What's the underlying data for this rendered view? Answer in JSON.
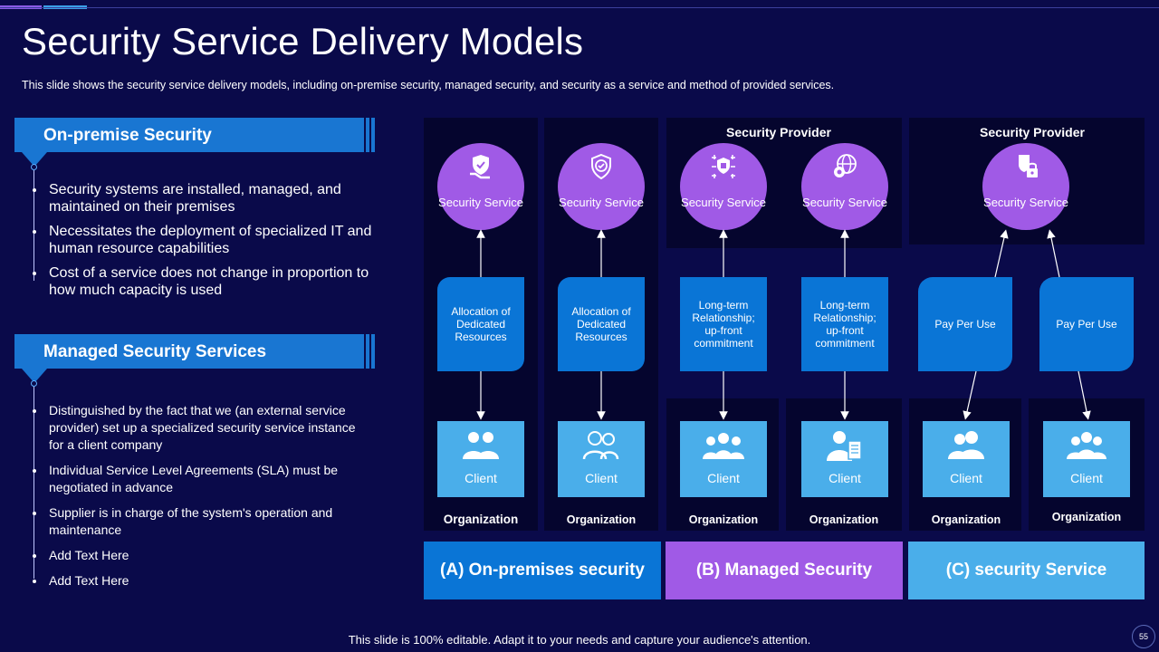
{
  "slide": {
    "title": "Security Service Delivery Models",
    "subtitle": "This slide shows the security service delivery  models, including on-premise security, managed security, and security as a service  and method of provided  services.",
    "footer": "This slide is 100% editable. Adapt it to your needs and capture your audience's attention.",
    "page_number": "55"
  },
  "left": {
    "on_premise": {
      "heading": "On-premise Security",
      "bullets": [
        "Security systems are installed, managed, and maintained on their premises",
        "Necessitates the deployment of specialized IT  and human resource capabilities",
        "Cost of a service does not change in proportion to how much capacity is used"
      ]
    },
    "managed": {
      "heading": "Managed Security Services",
      "bullets": [
        "Distinguished by the fact that we (an external service provider) set up a specialized security service instance for a client company",
        "Individual Service Level Agreements (SLA) must be negotiated in advance",
        " Supplier is in charge of the system's operation and maintenance",
        "Add Text Here",
        "Add Text Here"
      ]
    }
  },
  "diagram": {
    "provider_labels": [
      "Security Provider",
      "Security Provider"
    ],
    "service_label": "Security Service",
    "service_icons": [
      "shield-hand-icon",
      "shield-check-icon",
      "shield-network-icon",
      "globe-gear-icon",
      "lock-shield-icon"
    ],
    "mid_boxes": [
      "Allocation of Dedicated Resources",
      "Allocation of Dedicated Resources",
      "Long-term Relationship; up-front commitment",
      "Long-term Relationship; up-front commitment",
      "Pay Per Use",
      "Pay Per Use"
    ],
    "client_label": "Client",
    "client_icons": [
      "two-users-icon",
      "two-users-icon",
      "group-users-icon",
      "user-document-icon",
      "two-users-icon",
      "group-users-icon"
    ],
    "org_label": "Organization",
    "models": [
      {
        "label": "(A) On-premises security",
        "color": "#0a75d6"
      },
      {
        "label": "(B) Managed Security",
        "color": "#a05ae6"
      },
      {
        "label": "(C) security Service",
        "color": "#4aaeea"
      }
    ]
  },
  "colors": {
    "background": "#0a0a4a",
    "blue": "#1976d2",
    "purple": "#a05ae6",
    "light_blue": "#4aaeea"
  }
}
